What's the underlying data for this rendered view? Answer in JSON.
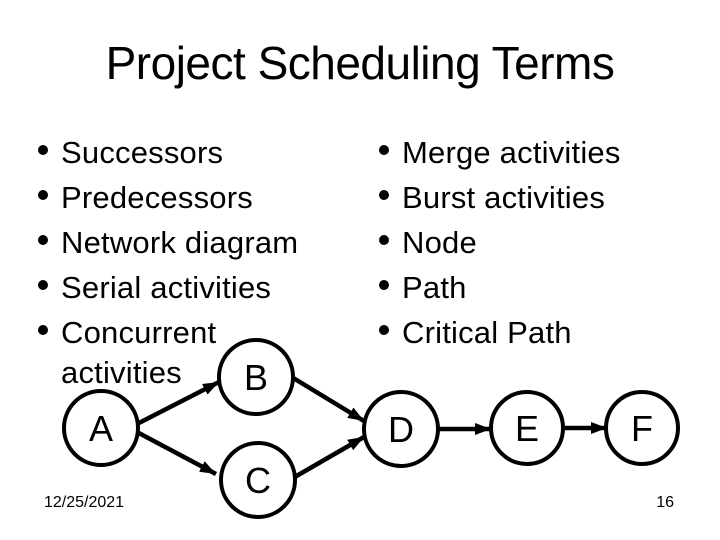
{
  "slide": {
    "title": "Project Scheduling Terms",
    "footer": {
      "date": "12/25/2021",
      "page_number": "16"
    }
  },
  "left_list": {
    "items": [
      {
        "label": "Successors"
      },
      {
        "label": "Predecessors"
      },
      {
        "label": "Network diagram"
      },
      {
        "label": "Serial activities"
      },
      {
        "label": "Concurrent activities"
      }
    ]
  },
  "right_list": {
    "items": [
      {
        "label": "Merge activities"
      },
      {
        "label": "Burst activities"
      },
      {
        "label": "Node"
      },
      {
        "label": "Path"
      },
      {
        "label": "Critical Path"
      }
    ]
  },
  "diagram": {
    "type": "activity-network",
    "nodes": [
      {
        "id": "A",
        "label": "A"
      },
      {
        "id": "B",
        "label": "B"
      },
      {
        "id": "C",
        "label": "C"
      },
      {
        "id": "D",
        "label": "D"
      },
      {
        "id": "E",
        "label": "E"
      },
      {
        "id": "F",
        "label": "F"
      }
    ],
    "edges": [
      {
        "from": "A",
        "to": "B"
      },
      {
        "from": "A",
        "to": "C"
      },
      {
        "from": "B",
        "to": "D"
      },
      {
        "from": "C",
        "to": "D"
      },
      {
        "from": "D",
        "to": "E"
      },
      {
        "from": "E",
        "to": "F"
      }
    ],
    "colors": {
      "node_fill": "#ffffff",
      "stroke": "#000000"
    }
  }
}
